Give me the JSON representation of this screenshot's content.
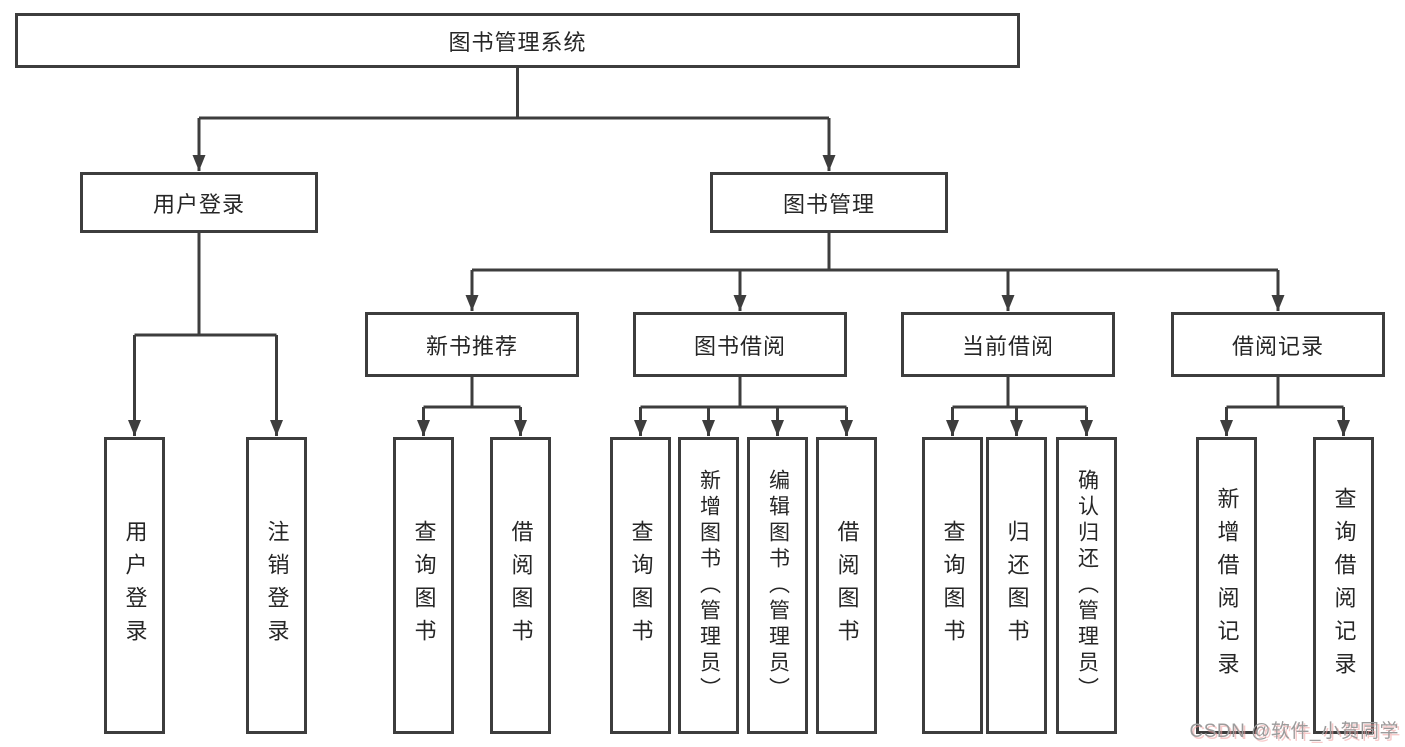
{
  "diagram": {
    "type": "hierarchy",
    "tree": {
      "label": "图书管理系统",
      "children": [
        {
          "label": "用户登录",
          "children": [
            {
              "label": "用户登录"
            },
            {
              "label": "注销登录"
            }
          ]
        },
        {
          "label": "图书管理",
          "children": [
            {
              "label": "新书推荐",
              "children": [
                {
                  "label": "查询图书"
                },
                {
                  "label": "借阅图书"
                }
              ]
            },
            {
              "label": "图书借阅",
              "children": [
                {
                  "label": "查询图书"
                },
                {
                  "label": "新增图书（管理员）"
                },
                {
                  "label": "编辑图书（管理员）"
                },
                {
                  "label": "借阅图书"
                }
              ]
            },
            {
              "label": "当前借阅",
              "children": [
                {
                  "label": "查询图书"
                },
                {
                  "label": "归还图书"
                },
                {
                  "label": "确认归还（管理员）"
                }
              ]
            },
            {
              "label": "借阅记录",
              "children": [
                {
                  "label": "新增借阅记录"
                },
                {
                  "label": "查询借阅记录"
                }
              ]
            }
          ]
        }
      ]
    },
    "colors": {
      "line": "#3d3d3d",
      "box_border": "#3d3d3d",
      "text": "#262626",
      "background": "#ffffff",
      "watermark": "#9c9c9c",
      "watermark_shadow": "#f19e9e"
    }
  },
  "watermark": {
    "text": "CSDN @软件_小贺同学"
  }
}
